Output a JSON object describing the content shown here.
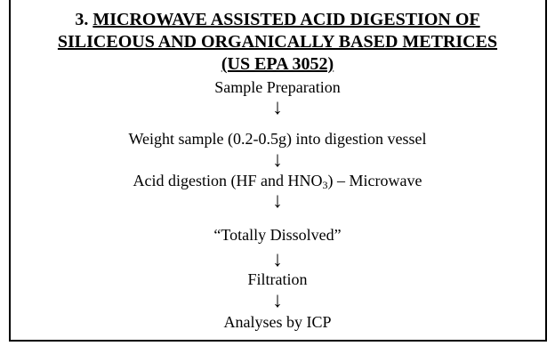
{
  "diagram": {
    "title": {
      "number": "3. ",
      "line1": "MICROWAVE ASSISTED ACID DIGESTION OF",
      "line2": "SILICEOUS AND ORGANICALLY BASED METRICES",
      "line3": "(US EPA 3052)"
    },
    "steps": {
      "s1": "Sample Preparation",
      "s2": "Weight sample (0.2-0.5g) into digestion vessel",
      "s3_prefix": "Acid digestion (HF and HNO",
      "s3_sub": "3",
      "s3_suffix": ") – Microwave",
      "s4": "“Totally Dissolved”",
      "s5": "Filtration",
      "s6": "Analyses by ICP"
    },
    "arrow_glyph": "↓"
  }
}
